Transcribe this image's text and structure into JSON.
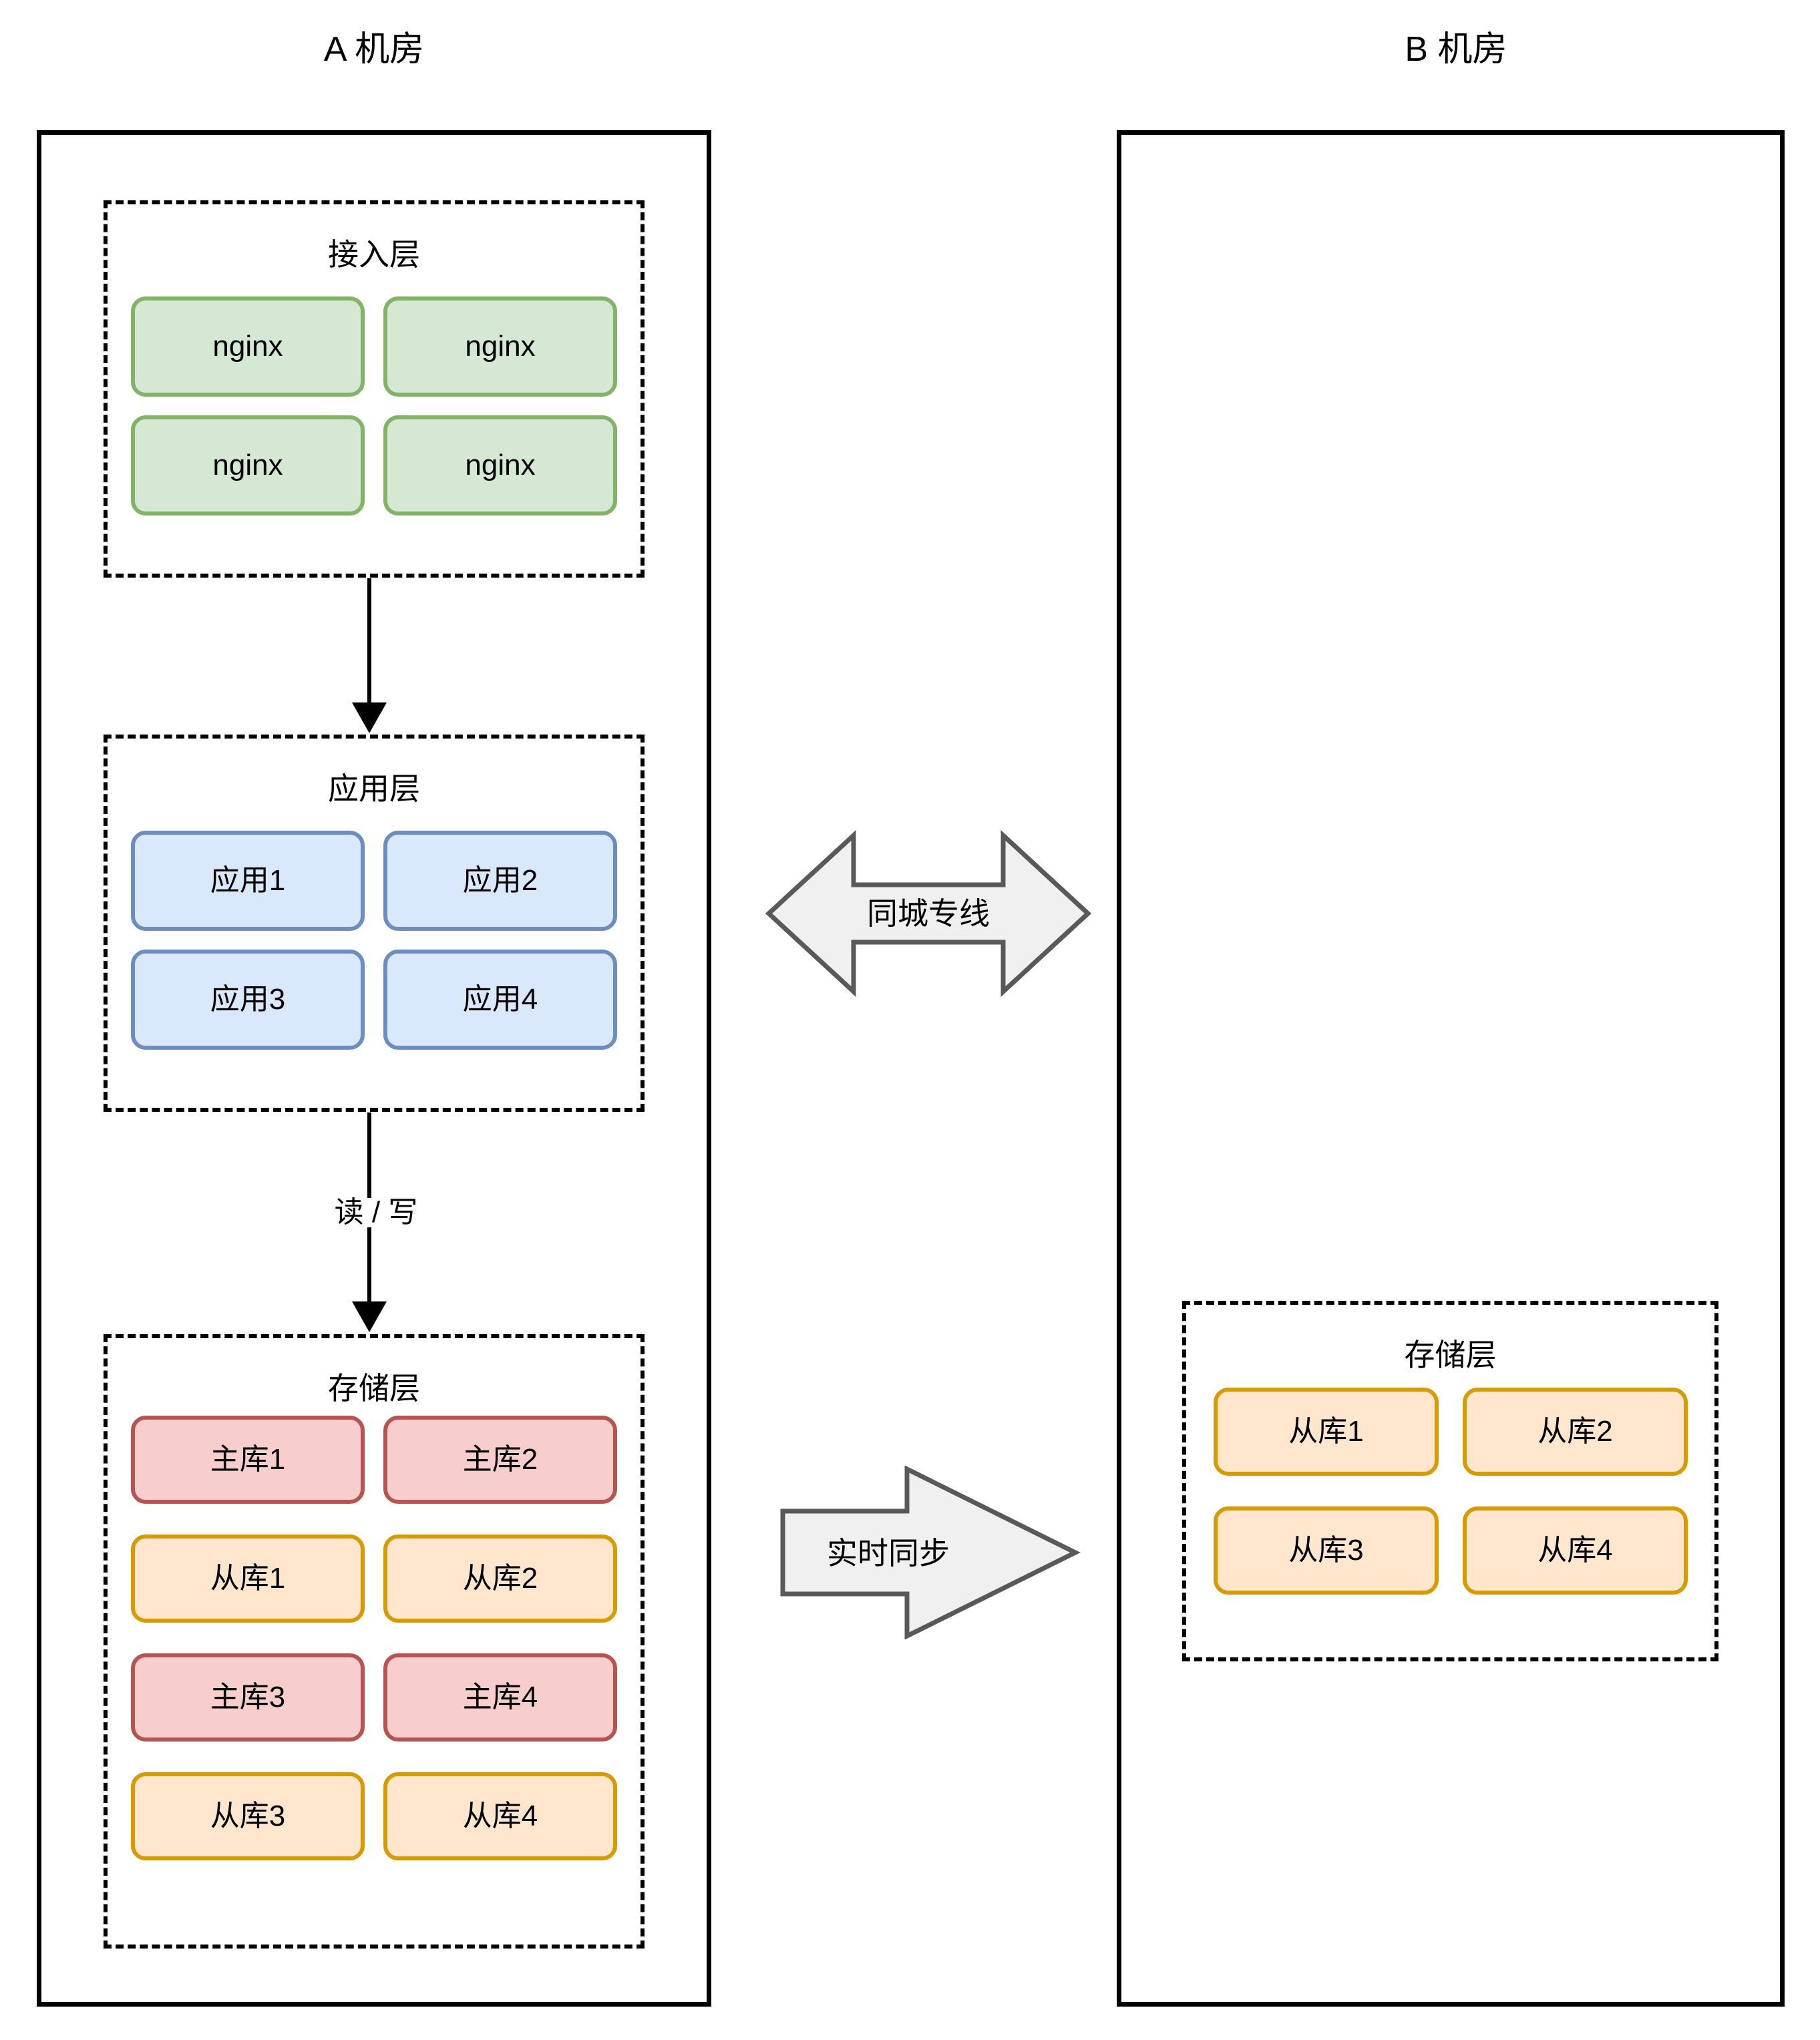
{
  "diagram": {
    "title_a": "A 机房",
    "title_b": "B 机房"
  },
  "room_a": {
    "access_layer": {
      "title": "接入层",
      "nodes": [
        {
          "label": "nginx",
          "color": "green"
        },
        {
          "label": "nginx",
          "color": "green"
        },
        {
          "label": "nginx",
          "color": "green"
        },
        {
          "label": "nginx",
          "color": "green"
        }
      ]
    },
    "app_layer": {
      "title": "应用层",
      "nodes": [
        {
          "label": "应用1",
          "color": "blue"
        },
        {
          "label": "应用2",
          "color": "blue"
        },
        {
          "label": "应用3",
          "color": "blue"
        },
        {
          "label": "应用4",
          "color": "blue"
        }
      ]
    },
    "storage_layer": {
      "title": "存储层",
      "nodes": [
        {
          "label": "主库1",
          "color": "red"
        },
        {
          "label": "主库2",
          "color": "red"
        },
        {
          "label": "从库1",
          "color": "orange"
        },
        {
          "label": "从库2",
          "color": "orange"
        },
        {
          "label": "主库3",
          "color": "red"
        },
        {
          "label": "主库4",
          "color": "red"
        },
        {
          "label": "从库3",
          "color": "orange"
        },
        {
          "label": "从库4",
          "color": "orange"
        }
      ]
    }
  },
  "room_b": {
    "storage_layer": {
      "title": "存储层",
      "nodes": [
        {
          "label": "从库1",
          "color": "orange"
        },
        {
          "label": "从库2",
          "color": "orange"
        },
        {
          "label": "从库3",
          "color": "orange"
        },
        {
          "label": "从库4",
          "color": "orange"
        }
      ]
    }
  },
  "connectors": {
    "access_to_app": "",
    "app_to_storage": "读 / 写",
    "dedicated_line": "同城专线",
    "realtime_sync": "实时同步"
  },
  "colors": {
    "green_fill": "#d5e8d4",
    "green_stroke": "#82b366",
    "blue_fill": "#dae8fc",
    "blue_stroke": "#6c8ebf",
    "red_fill": "#f8cecc",
    "red_stroke": "#b85450",
    "orange_fill": "#ffe6cc",
    "orange_stroke": "#d79b00",
    "arrow_fill": "#f0f0f0",
    "arrow_stroke": "#595959",
    "outline": "#000000",
    "background": "#ffffff"
  }
}
